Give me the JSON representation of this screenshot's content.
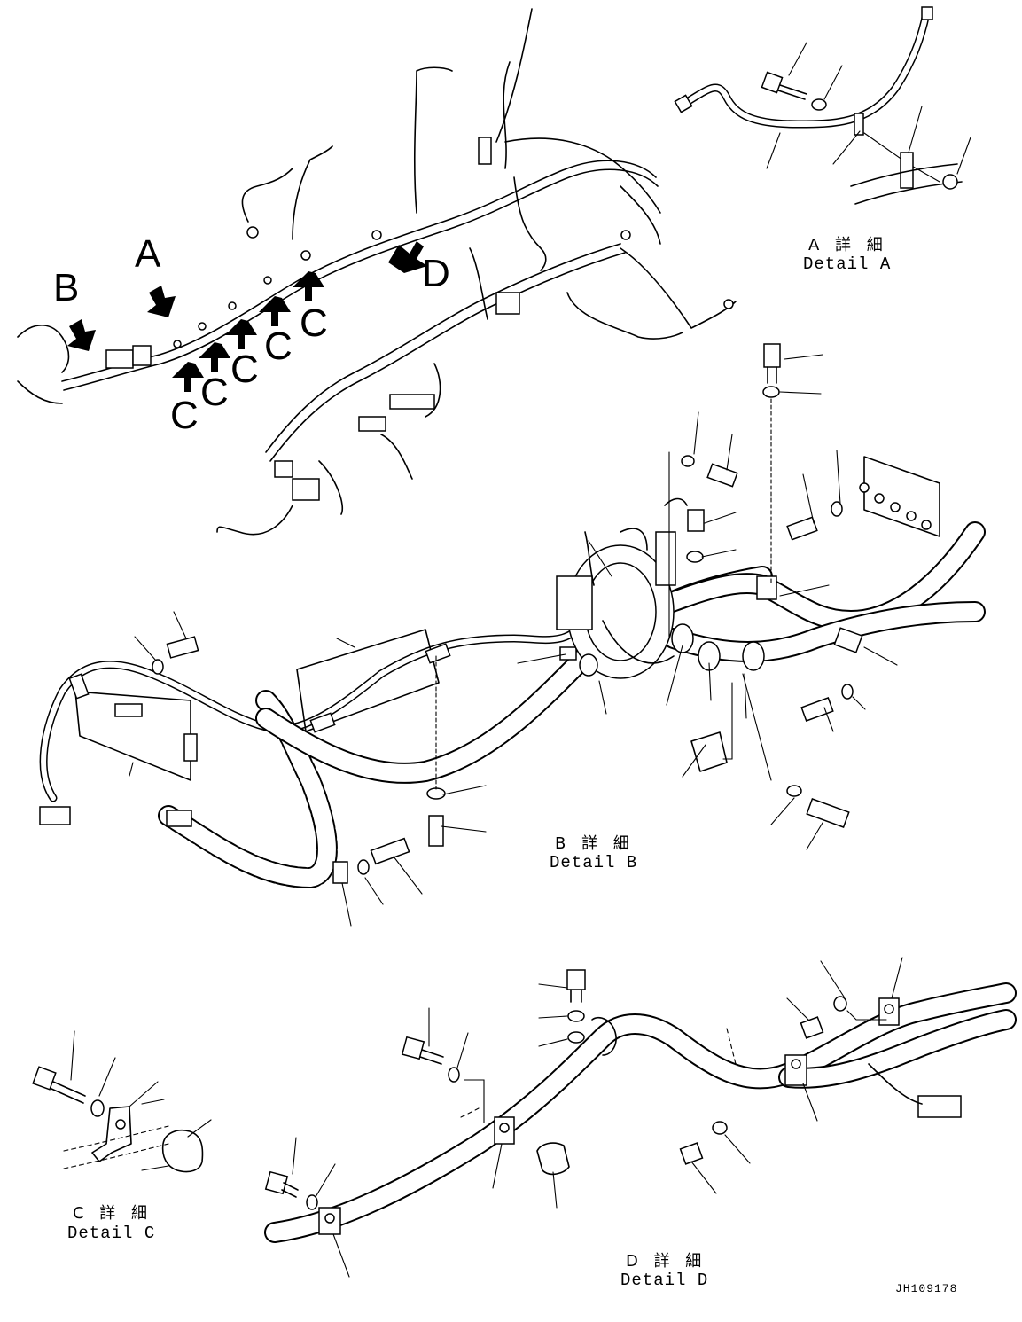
{
  "overview": {
    "callouts": [
      {
        "letter": "A"
      },
      {
        "letter": "B"
      },
      {
        "letter": "C"
      },
      {
        "letter": "D"
      }
    ]
  },
  "details": {
    "a": {
      "jp": "A 詳 細",
      "en": "Detail A"
    },
    "b": {
      "jp": "B 詳 細",
      "en": "Detail B"
    },
    "c": {
      "jp": "C 詳 細",
      "en": "Detail C"
    },
    "d": {
      "jp": "D 詳 細",
      "en": "Detail D"
    }
  },
  "drawing_code": "JH109178"
}
